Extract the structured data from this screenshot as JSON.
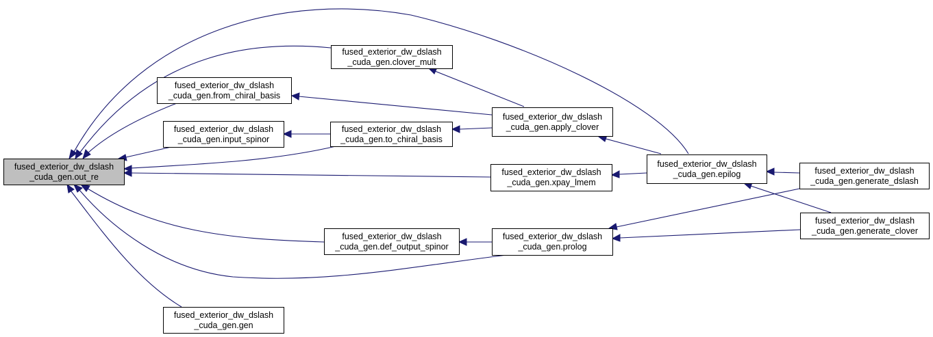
{
  "graph": {
    "title": "Caller graph of fused_exterior_dw_dslash_cuda_gen.out_re",
    "colors": {
      "edge": "#191970",
      "root_fill": "#bfbfbf",
      "node_fill": "#ffffff",
      "border": "#000000"
    },
    "nodes": {
      "out_re": {
        "line1": "fused_exterior_dw_dslash",
        "line2": "_cuda_gen.out_re"
      },
      "clover_mult": {
        "line1": "fused_exterior_dw_dslash",
        "line2": "_cuda_gen.clover_mult"
      },
      "from_chiral_basis": {
        "line1": "fused_exterior_dw_dslash",
        "line2": "_cuda_gen.from_chiral_basis"
      },
      "input_spinor": {
        "line1": "fused_exterior_dw_dslash",
        "line2": "_cuda_gen.input_spinor"
      },
      "to_chiral_basis": {
        "line1": "fused_exterior_dw_dslash",
        "line2": "_cuda_gen.to_chiral_basis"
      },
      "apply_clover": {
        "line1": "fused_exterior_dw_dslash",
        "line2": "_cuda_gen.apply_clover"
      },
      "xpay_lmem": {
        "line1": "fused_exterior_dw_dslash",
        "line2": "_cuda_gen.xpay_lmem"
      },
      "epilog": {
        "line1": "fused_exterior_dw_dslash",
        "line2": "_cuda_gen.epilog"
      },
      "generate_dslash": {
        "line1": "fused_exterior_dw_dslash",
        "line2": "_cuda_gen.generate_dslash"
      },
      "generate_clover": {
        "line1": "fused_exterior_dw_dslash",
        "line2": "_cuda_gen.generate_clover"
      },
      "def_output_spinor": {
        "line1": "fused_exterior_dw_dslash",
        "line2": "_cuda_gen.def_output_spinor"
      },
      "prolog": {
        "line1": "fused_exterior_dw_dslash",
        "line2": "_cuda_gen.prolog"
      },
      "gen": {
        "line1": "fused_exterior_dw_dslash",
        "line2": "_cuda_gen.gen"
      }
    },
    "edges": [
      {
        "from": "epilog",
        "to": "out_re"
      },
      {
        "from": "clover_mult",
        "to": "out_re"
      },
      {
        "from": "from_chiral_basis",
        "to": "out_re"
      },
      {
        "from": "input_spinor",
        "to": "out_re"
      },
      {
        "from": "to_chiral_basis",
        "to": "out_re"
      },
      {
        "from": "xpay_lmem",
        "to": "out_re"
      },
      {
        "from": "def_output_spinor",
        "to": "out_re"
      },
      {
        "from": "prolog",
        "to": "out_re"
      },
      {
        "from": "gen",
        "to": "out_re"
      },
      {
        "from": "apply_clover",
        "to": "clover_mult"
      },
      {
        "from": "apply_clover",
        "to": "from_chiral_basis"
      },
      {
        "from": "to_chiral_basis",
        "to": "input_spinor"
      },
      {
        "from": "apply_clover",
        "to": "to_chiral_basis"
      },
      {
        "from": "epilog",
        "to": "apply_clover"
      },
      {
        "from": "epilog",
        "to": "xpay_lmem"
      },
      {
        "from": "generate_dslash",
        "to": "epilog"
      },
      {
        "from": "generate_clover",
        "to": "epilog"
      },
      {
        "from": "prolog",
        "to": "def_output_spinor"
      },
      {
        "from": "generate_dslash",
        "to": "prolog"
      },
      {
        "from": "generate_clover",
        "to": "prolog"
      }
    ]
  }
}
